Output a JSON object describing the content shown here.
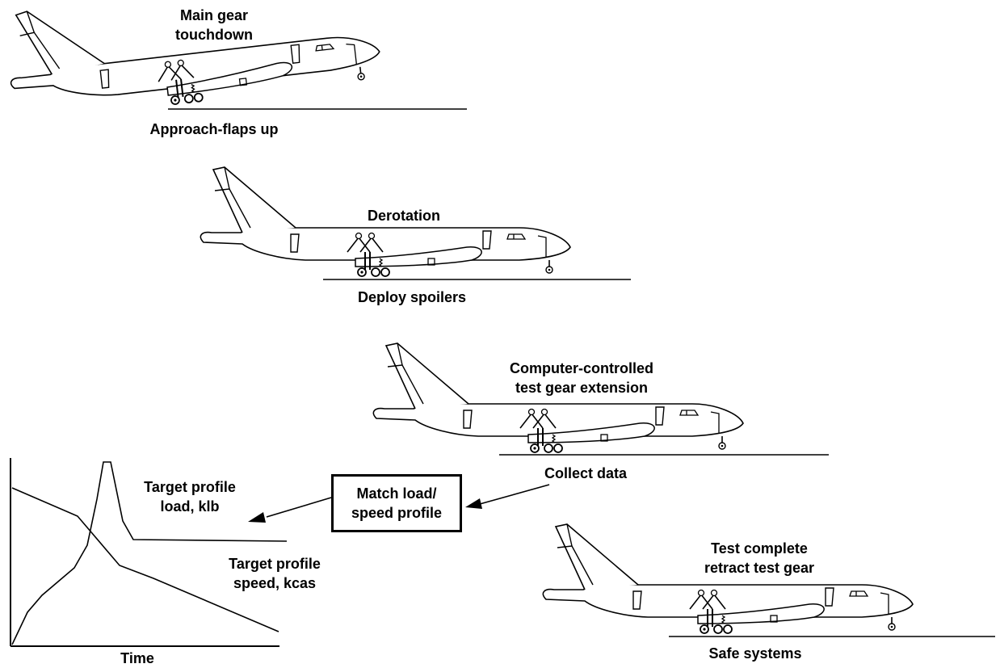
{
  "scenes": [
    {
      "id": "touchdown",
      "top_label": [
        "Main gear",
        "touchdown"
      ],
      "bottom_label": "Approach-flaps up"
    },
    {
      "id": "derotation",
      "top_label": [
        "Derotation"
      ],
      "bottom_label": "Deploy spoilers"
    },
    {
      "id": "extension",
      "top_label": [
        "Computer-controlled",
        "test gear extension"
      ],
      "bottom_label": "Collect data"
    },
    {
      "id": "complete",
      "top_label": [
        "Test complete",
        "retract test gear"
      ],
      "bottom_label": "Safe systems"
    }
  ],
  "process_box": {
    "lines": [
      "Match load/",
      "speed profile"
    ]
  },
  "profile_plot": {
    "xlabel": "Time",
    "load_label": [
      "Target profile",
      "load, klb"
    ],
    "speed_label": [
      "Target profile",
      "speed, kcas"
    ]
  },
  "colors": {
    "stroke": "#000000",
    "background": "#ffffff"
  }
}
